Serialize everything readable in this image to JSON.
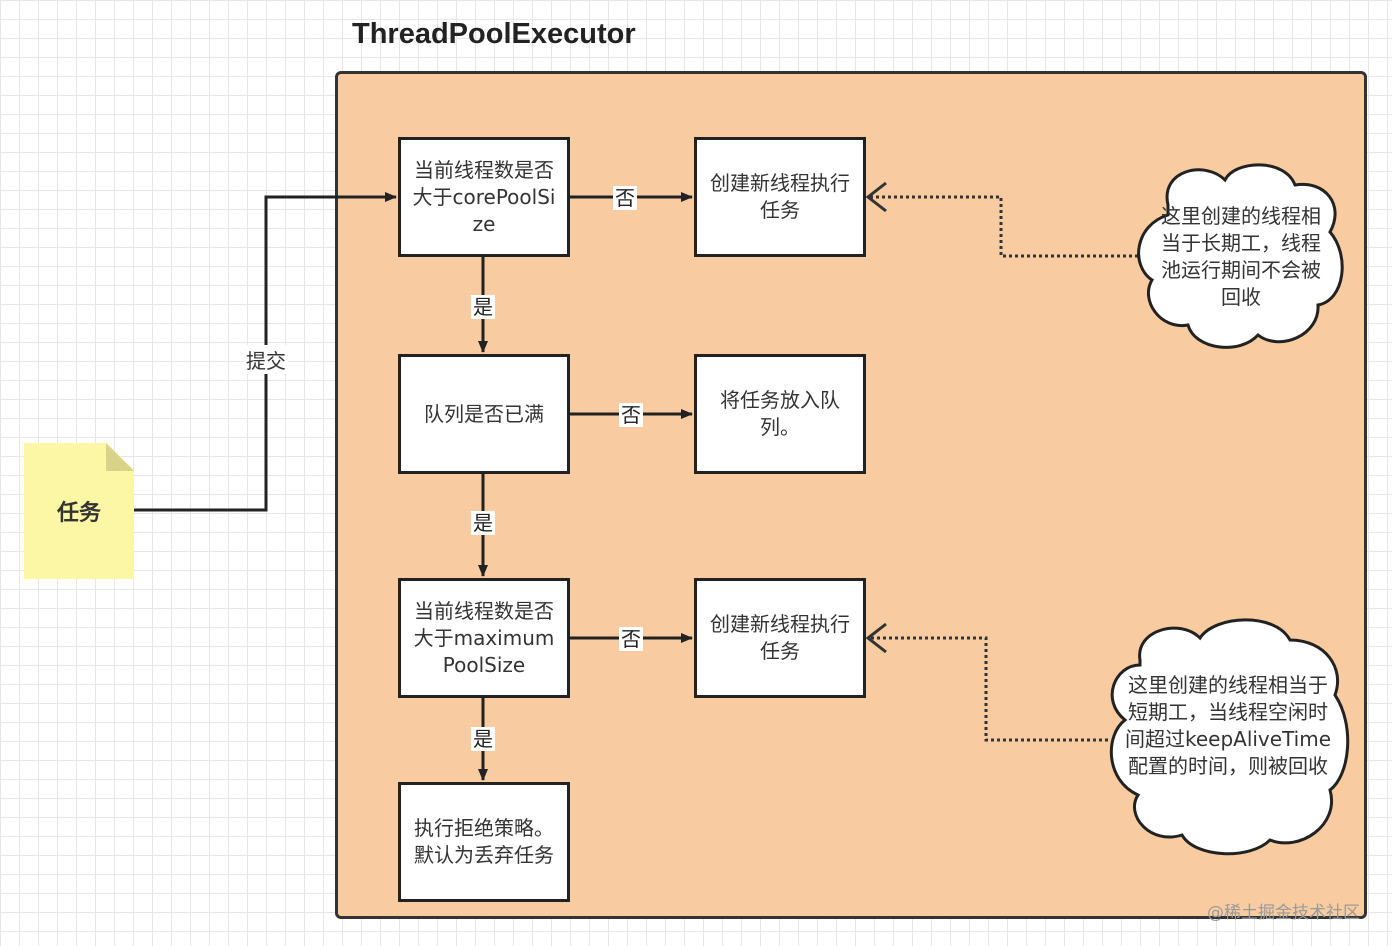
{
  "title": "ThreadPoolExecutor",
  "task_note": "任务",
  "submit_label": "提交",
  "boxes": {
    "core_check": "当前线程数是否大于corePoolSize",
    "create_core": "创建新线程执行任务",
    "queue_check": "队列是否已满",
    "enqueue": "将任务放入队列。",
    "max_check": "当前线程数是否大于maximumPoolSize",
    "create_nonCore": "创建新线程执行任务",
    "reject": "执行拒绝策略。默认为丢弃任务"
  },
  "edge_labels": {
    "no_1": "否",
    "yes_1": "是",
    "no_2": "否",
    "yes_2": "是",
    "no_3": "否",
    "yes_3": "是"
  },
  "clouds": {
    "core_note": "这里创建的线程相当于长期工，线程池运行期间不会被回收",
    "noncore_note": "这里创建的线程相当于短期工，当线程空闲时间超过keepAliveTime配置的时间，则被回收"
  },
  "watermark": "@稀土掘金技术社区",
  "colors": {
    "container_fill": "#f8cca0",
    "note_fill": "#fbf7a4",
    "stroke": "#222222"
  }
}
